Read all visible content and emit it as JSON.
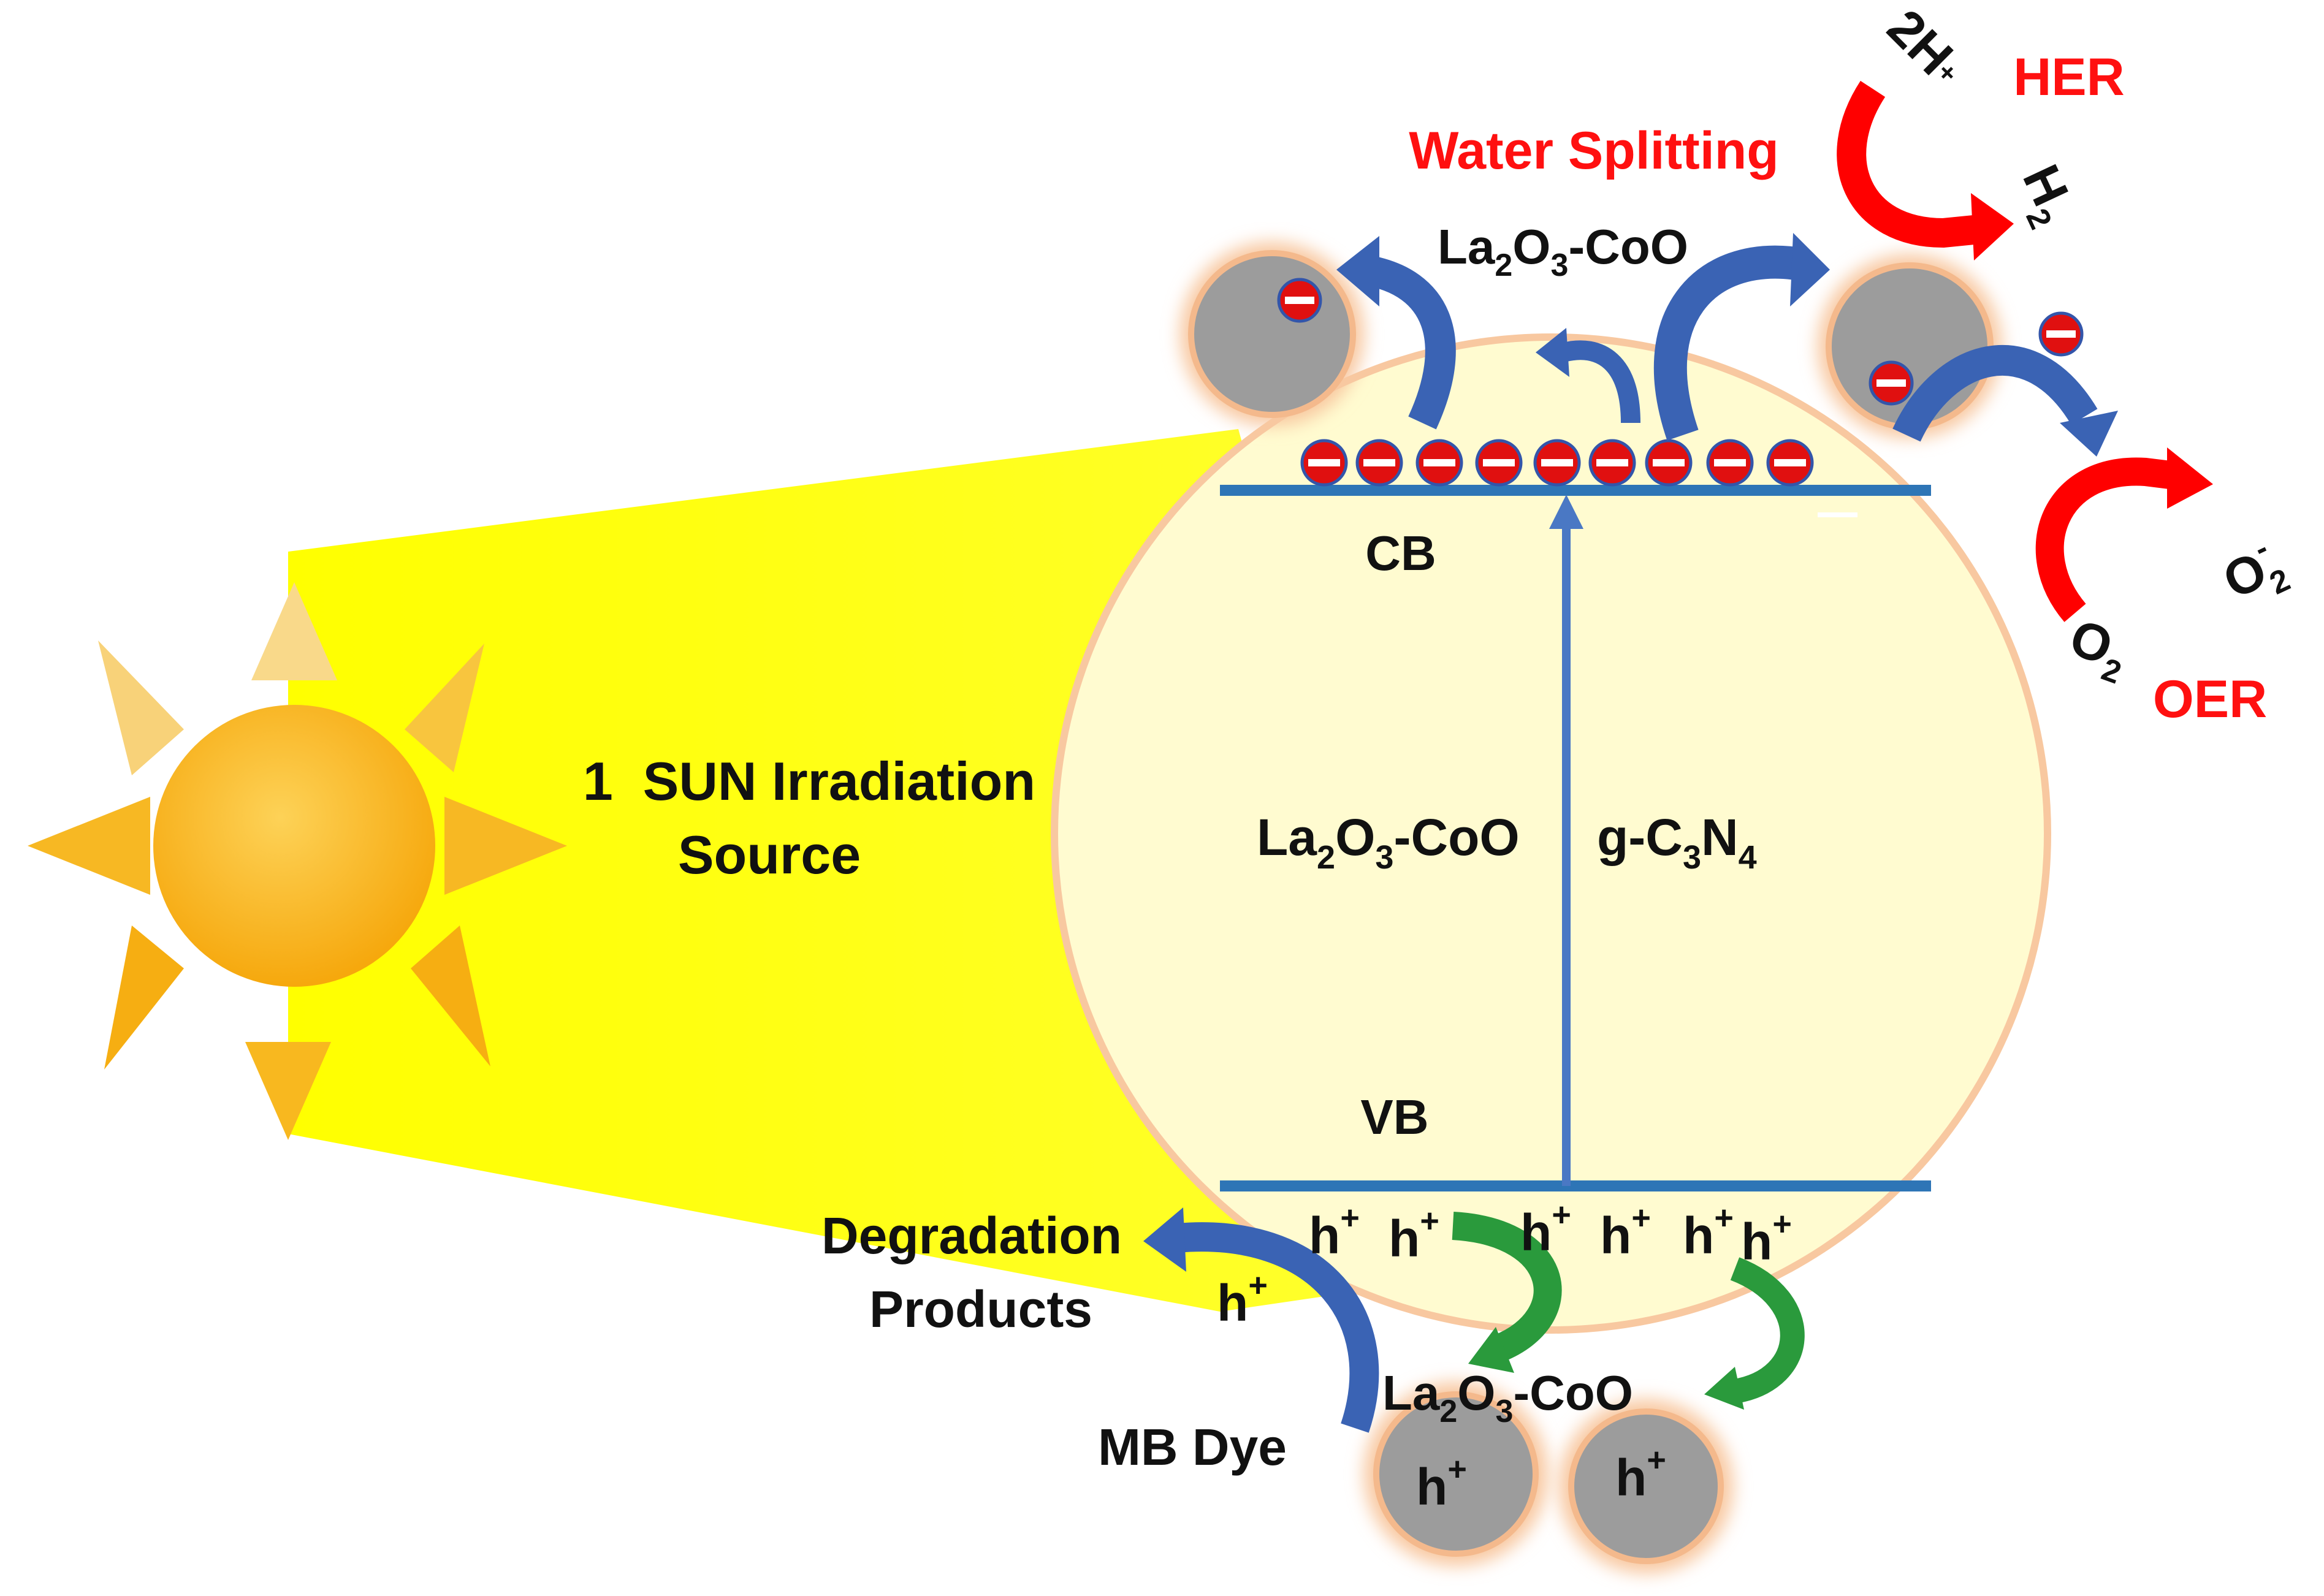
{
  "sun_label": {
    "line1": "1  SUN Irradiation",
    "line2": "Source"
  },
  "bands": {
    "cb": "CB",
    "vb": "VB"
  },
  "materials": {
    "left": {
      "base": "La",
      "s1": "2",
      "mid": "O",
      "s2": "3",
      "tail": "-CoO"
    },
    "right": {
      "base": "g-C",
      "s1": "3",
      "mid": "N",
      "s2": "4"
    },
    "top": {
      "base": "La",
      "s1": "2",
      "mid": "O",
      "s2": "3",
      "tail": "-CoO"
    },
    "bottom": {
      "base": "La",
      "s1": "2",
      "mid": "O",
      "s2": "3",
      "tail": "-CoO"
    }
  },
  "water": {
    "title": "Water Splitting",
    "her": "HER",
    "oer": "OER",
    "h_plus": {
      "base": "2H",
      "sup": "+"
    },
    "h2": {
      "base": "H",
      "sub": "2"
    },
    "o2": {
      "base": "O",
      "sub": "2"
    },
    "o2_minus": {
      "base": "O",
      "sub": "2",
      "sup": "-"
    }
  },
  "hole": {
    "base": "h",
    "sup": "+"
  },
  "degradation": {
    "line1": "Degradation",
    "line2": "Products",
    "dye": "MB Dye"
  },
  "colors": {
    "beam": "#ffff00",
    "sphere": "#fffbd0",
    "sphere_edge": "#f8c8a0",
    "band": "#2e75b6",
    "blue_arrow": "#3a63b4",
    "green_arrow": "#2a9a3c",
    "red_text": "#ff1010",
    "red_arrow": "#ff0000",
    "electron": "#e01010",
    "particle": "#9c9c9c",
    "sun": "#f9b10f"
  }
}
